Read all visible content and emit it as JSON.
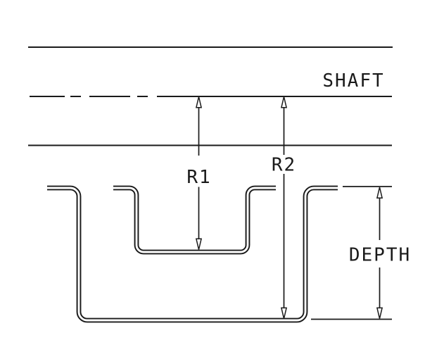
{
  "diagram": {
    "kind": "shaft-groove-cross-section",
    "labels": {
      "shaft": "SHAFT",
      "r1": "R1",
      "r2": "R2",
      "depth": "DEPTH"
    },
    "dimension_labels": [
      "R1",
      "R2",
      "DEPTH"
    ],
    "colors": {
      "ink": "#1a1a1a",
      "background": "#ffffff"
    }
  }
}
